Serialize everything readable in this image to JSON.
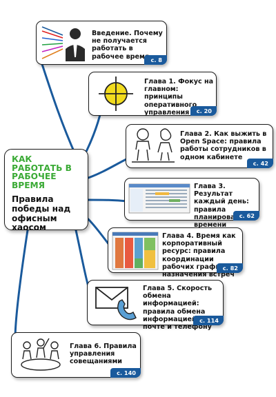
{
  "main": {
    "title": "КАК РАБОТАТЬ В РАБОЧЕЕ ВРЕМЯ",
    "subtitle": "Правила победы над офисным хаосом"
  },
  "chapters": [
    {
      "text": "Введение. Почему не получается работать в рабочее время",
      "page": "с. 8",
      "icon": "businessman-arrows-icon"
    },
    {
      "text": "Глава 1. Фокус на главном: принципы оперативного управления",
      "page": "с. 20",
      "icon": "target-crosshair-icon"
    },
    {
      "text": "Глава 2. Как выжить в Open Space: правила работы сотрудников в одном кабинете",
      "page": "с. 42",
      "icon": "open-space-people-icon"
    },
    {
      "text": "Глава 3. Результат каждый день: правила планирования времени",
      "page": "с. 62",
      "icon": "planner-screenshot-icon"
    },
    {
      "text": "Глава 4. Время как корпоративный ресурс: правила координации рабочих графиков и назначения встреч",
      "page": "с. 82",
      "icon": "calendar-screenshot-icon"
    },
    {
      "text": "Глава 5. Скорость обмена информацией: правила обмена информацией по почте и телефону",
      "page": "с. 114",
      "icon": "mail-phone-icon"
    },
    {
      "text": "Глава 6. Правила управления совещаниями",
      "page": "с. 140",
      "icon": "meeting-table-icon"
    }
  ],
  "colors": {
    "accent_green": "#3aaa35",
    "branch_blue": "#1a5a9c",
    "badge_blue": "#1a5a9c",
    "target_yellow": "#f2dc1e"
  }
}
